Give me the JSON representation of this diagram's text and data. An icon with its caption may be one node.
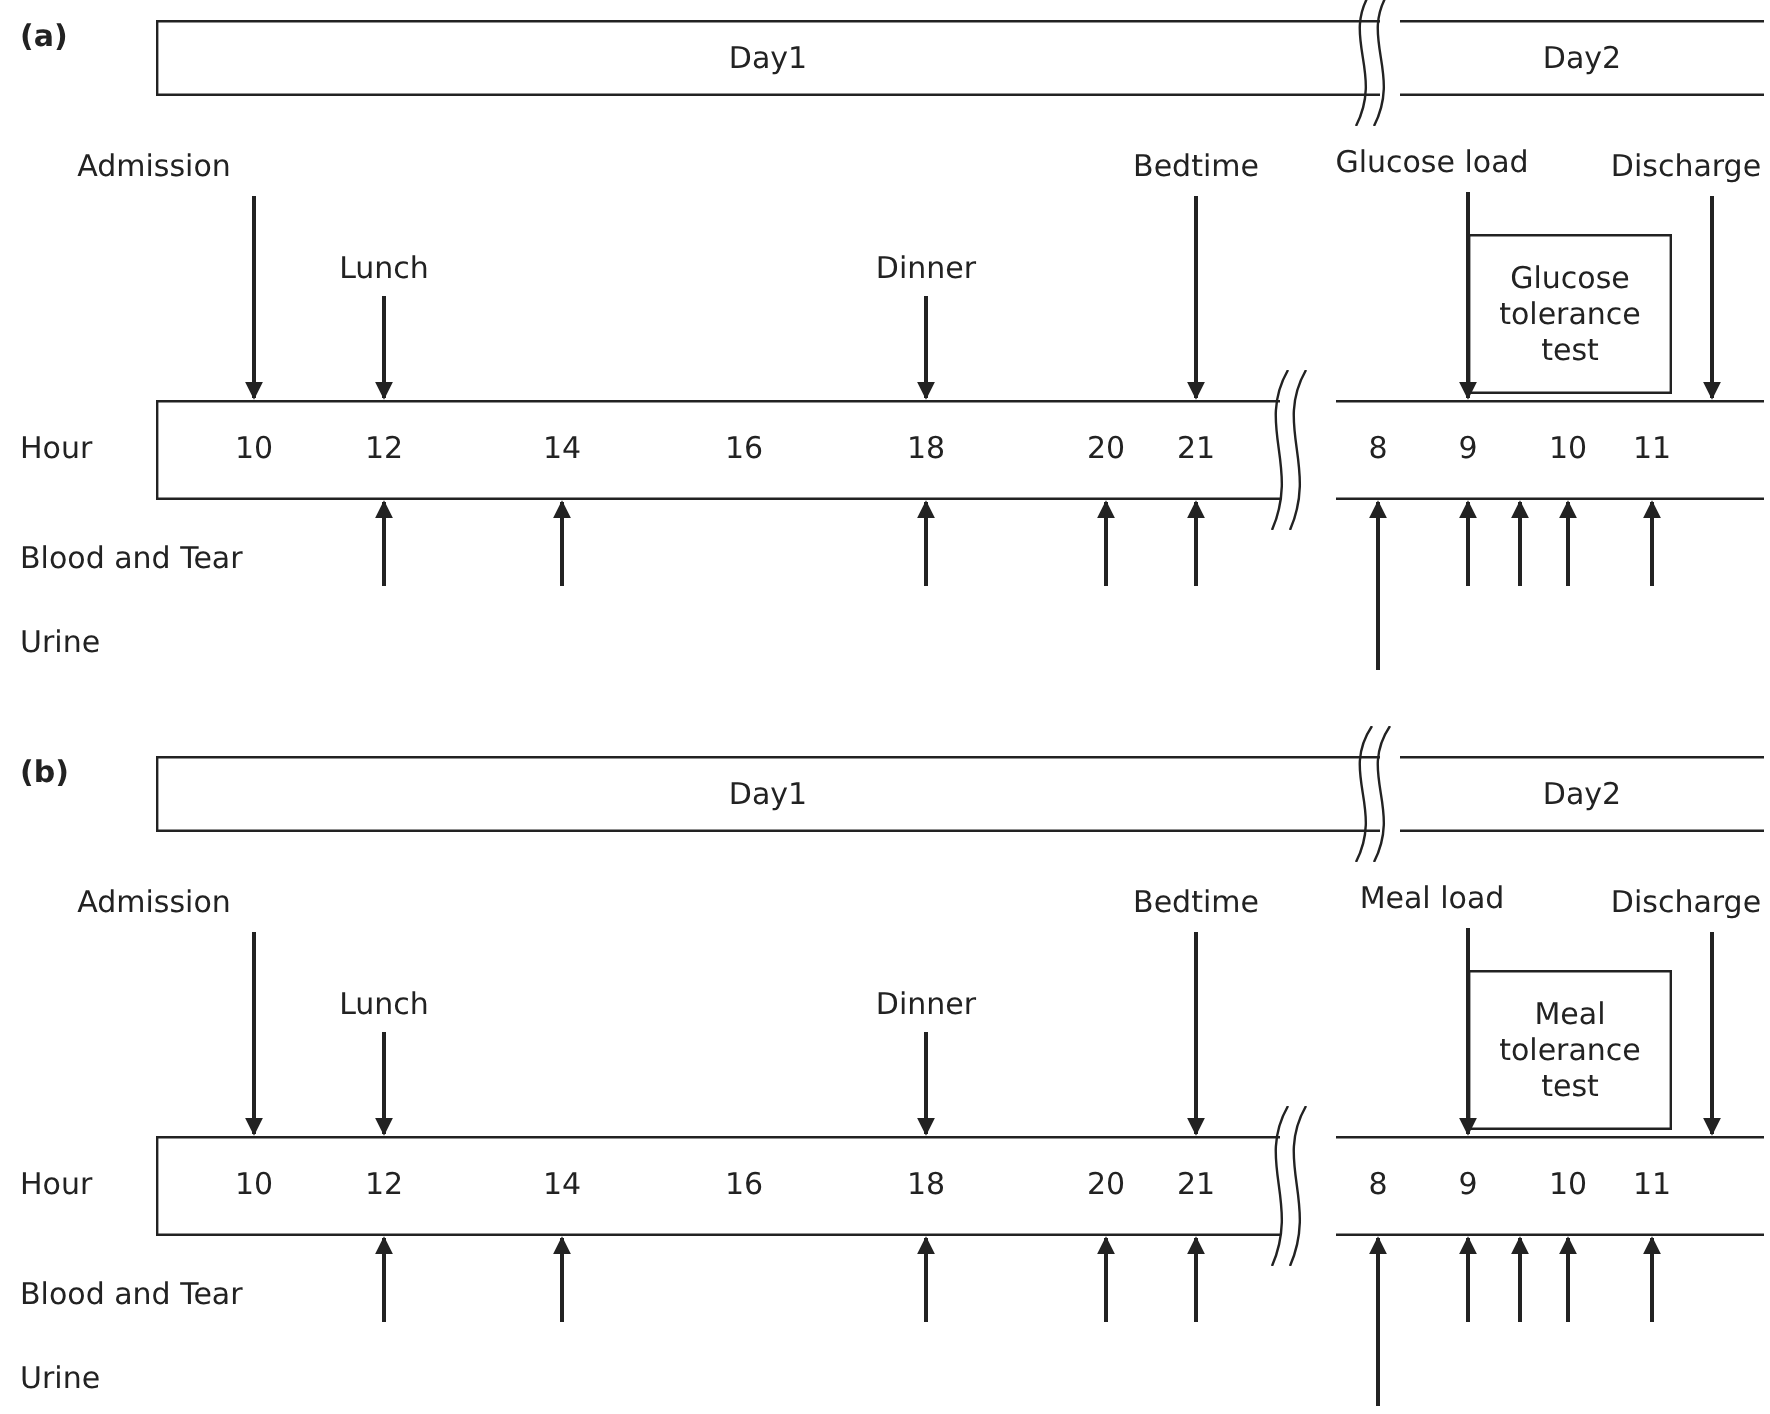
{
  "diagram": {
    "nodes": [
      {
        "text": [
          "Day1"
        ]
      },
      {
        "text": [
          "Day2"
        ]
      },
      {
        "text": [
          "Admission"
        ]
      },
      {
        "text": [
          "Lunch"
        ]
      },
      {
        "text": [
          "Dinner"
        ]
      },
      {
        "text": [
          "Bedtime"
        ]
      },
      {
        "text": [
          "Glucose load"
        ]
      },
      {
        "text": [
          "Discharge"
        ]
      },
      {
        "text": [
          "Glucose tolerance test"
        ]
      },
      {
        "text": [
          "10",
          "12",
          "14",
          "16",
          "18",
          "20",
          "21",
          "8",
          "9",
          "10",
          "11"
        ],
        "beside": [
          "Hour"
        ]
      },
      {
        "text": [
          "Day1"
        ]
      },
      {
        "text": [
          "Day2"
        ]
      },
      {
        "text": [
          "Admission"
        ]
      },
      {
        "text": [
          "Lunch"
        ]
      },
      {
        "text": [
          "Dinner"
        ]
      },
      {
        "text": [
          "Bedtime"
        ]
      },
      {
        "text": [
          "Meal load"
        ]
      },
      {
        "text": [
          "Discharge"
        ]
      },
      {
        "text": [
          "Meal tolerance test"
        ]
      },
      {
        "text": [
          "10",
          "12",
          "14",
          "16",
          "18",
          "20",
          "21",
          "8",
          "9",
          "10",
          "11"
        ],
        "beside": [
          "Hour"
        ]
      }
    ],
    "edges": [
      {
        "from": 2,
        "to": 9,
        "arrow": "to"
      },
      {
        "from": 3,
        "to": 9,
        "arrow": "to"
      },
      {
        "from": 4,
        "to": 9,
        "arrow": "to"
      },
      {
        "from": 5,
        "to": 9,
        "arrow": "to"
      },
      {
        "from": 6,
        "to": 9,
        "arrow": "to"
      },
      {
        "from": 7,
        "to": 9,
        "arrow": "to"
      },
      {
        "from": null,
        "to": 9,
        "arrow": "to"
      },
      {
        "from": null,
        "to": 9,
        "arrow": "to"
      },
      {
        "from": null,
        "to": 9,
        "arrow": "to"
      },
      {
        "from": null,
        "to": 9,
        "arrow": "to"
      },
      {
        "from": null,
        "to": 9,
        "arrow": "to"
      },
      {
        "from": null,
        "to": 9,
        "arrow": "to"
      },
      {
        "from": null,
        "to": 9,
        "arrow": "to"
      },
      {
        "from": null,
        "to": 9,
        "arrow": "to"
      },
      {
        "from": null,
        "to": 9,
        "arrow": "to"
      },
      {
        "from": null,
        "to": 9,
        "arrow": "to"
      },
      {
        "from": 12,
        "to": 19,
        "arrow": "to"
      },
      {
        "from": 13,
        "to": 19,
        "arrow": "to"
      },
      {
        "from": 14,
        "to": 19,
        "arrow": "to"
      },
      {
        "from": 15,
        "to": 19,
        "arrow": "to"
      },
      {
        "from": 16,
        "to": 19,
        "arrow": "to"
      },
      {
        "from": 17,
        "to": 19,
        "arrow": "to"
      },
      {
        "from": null,
        "to": 19,
        "arrow": "to"
      },
      {
        "from": null,
        "to": 19,
        "arrow": "to"
      },
      {
        "from": null,
        "to": 19,
        "arrow": "to"
      },
      {
        "from": null,
        "to": 19,
        "arrow": "to"
      },
      {
        "from": null,
        "to": 19,
        "arrow": "to"
      },
      {
        "from": null,
        "to": 19,
        "arrow": "to"
      },
      {
        "from": null,
        "to": 19,
        "arrow": "to"
      },
      {
        "from": null,
        "to": 19,
        "arrow": "to"
      },
      {
        "from": null,
        "to": 19,
        "arrow": "to"
      },
      {
        "from": null,
        "to": 19,
        "arrow": "to"
      }
    ],
    "labels": [
      "(a)",
      "Blood and Tear",
      "Urine",
      "(b)",
      "Blood and Tear",
      "Urine"
    ]
  }
}
